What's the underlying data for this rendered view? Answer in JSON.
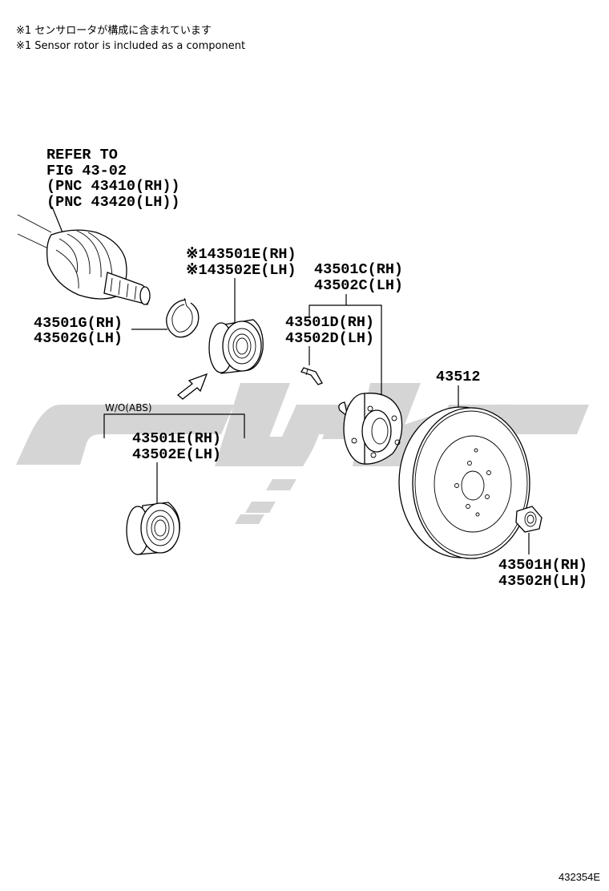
{
  "notes": {
    "jp": "※1 センサロータが構成に含まれています",
    "en": "※1 Sensor rotor is included as a component"
  },
  "figure_id": "432354E",
  "reference": {
    "line1": "REFER TO",
    "line2": "FIG 43-02",
    "line3": "(PNC 43410(RH))",
    "line4": "(PNC 43420(LH))"
  },
  "labels": {
    "snap_ring_rh": "43501G(RH)",
    "snap_ring_lh": "43502G(LH)",
    "bearing_abs_rh": "※143501E(RH)",
    "bearing_abs_lh": "※143502E(LH)",
    "hub_rh": "43501C(RH)",
    "hub_lh": "43502C(LH)",
    "hub_bolt_rh": "43501D(RH)",
    "hub_bolt_lh": "43502D(LH)",
    "disc": "43512",
    "wo_abs": "W/O(ABS)",
    "bearing_rh": "43501E(RH)",
    "bearing_lh": "43502E(LH)",
    "nut_rh": "43501H(RH)",
    "nut_lh": "43502H(LH)"
  },
  "watermark_color": "#d3d3d3"
}
